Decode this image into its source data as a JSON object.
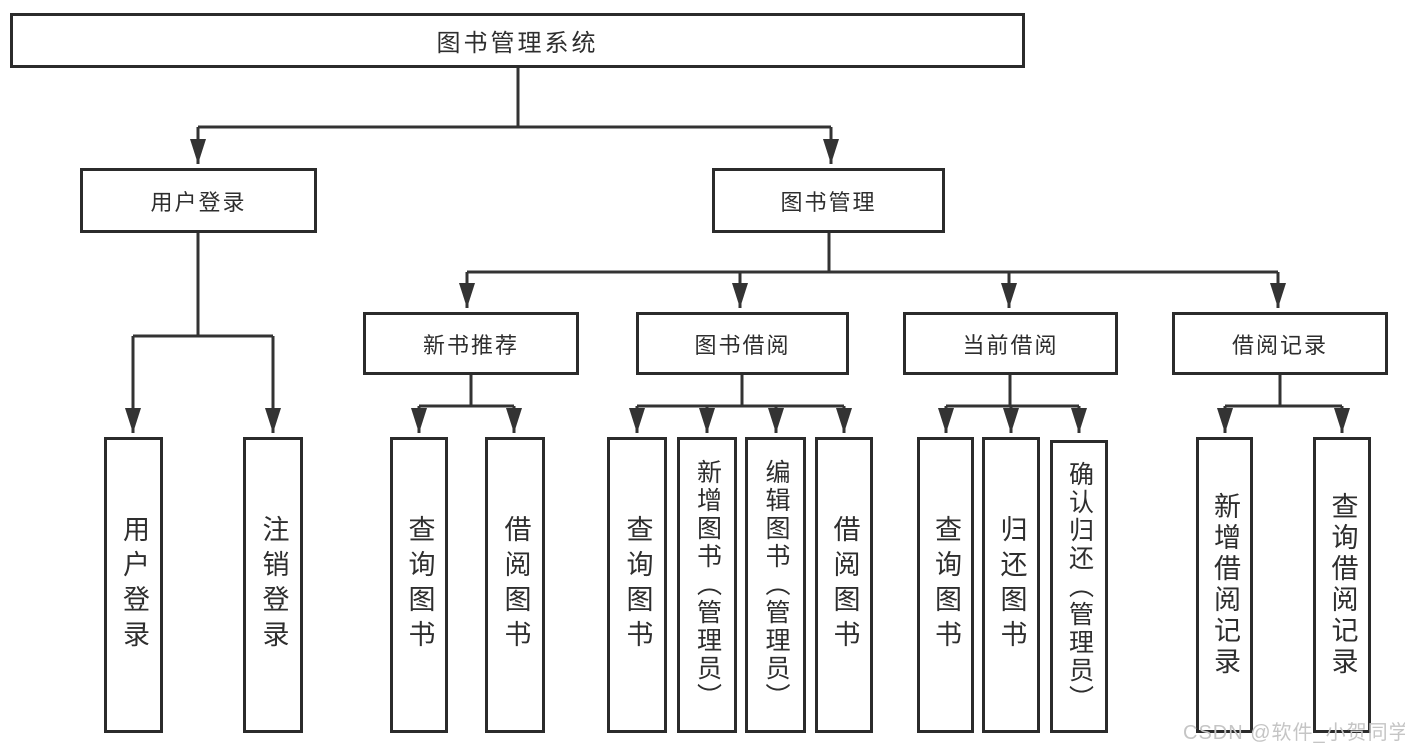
{
  "diagram_title": "图书管理系统",
  "tree": {
    "root": {
      "label": "图书管理系统"
    },
    "user_login_branch": {
      "label": "用户登录",
      "children": {
        "login": {
          "label": "用户登录"
        },
        "logout": {
          "label": "注销登录"
        }
      }
    },
    "book_mgmt_branch": {
      "label": "图书管理",
      "new_book": {
        "label": "新书推荐",
        "children": {
          "query": {
            "label": "查询图书"
          },
          "borrow": {
            "label": "借阅图书"
          }
        }
      },
      "book_borrow": {
        "label": "图书借阅",
        "children": {
          "query": {
            "label": "查询图书"
          },
          "add": {
            "label": "新增图书（管理员）"
          },
          "edit": {
            "label": "编辑图书（管理员）"
          },
          "borrow": {
            "label": "借阅图书"
          }
        }
      },
      "current_borrow": {
        "label": "当前借阅",
        "children": {
          "query": {
            "label": "查询图书"
          },
          "return": {
            "label": "归还图书"
          },
          "confirm": {
            "label": "确认归还（管理员）"
          }
        }
      },
      "borrow_records": {
        "label": "借阅记录",
        "children": {
          "add": {
            "label": "新增借阅记录"
          },
          "query": {
            "label": "查询借阅记录"
          }
        }
      }
    }
  },
  "watermark": {
    "text": "CSDN @软件_小贺同学"
  },
  "colors": {
    "line": "#333333",
    "box_border": "#2b2b2b",
    "text": "#2e2e2e",
    "watermark": "#c5c5c5",
    "background": "#ffffff"
  }
}
